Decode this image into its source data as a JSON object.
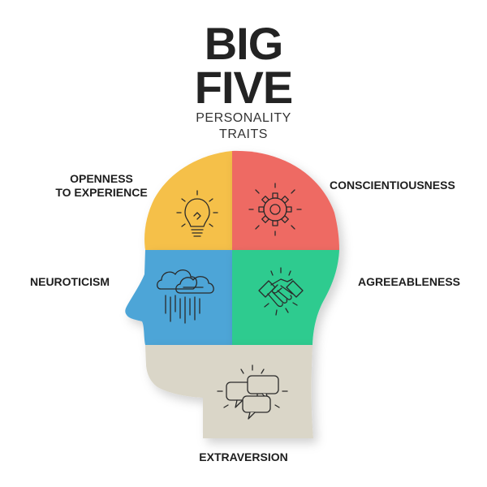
{
  "title": {
    "line1": "BIG",
    "line2": "FIVE"
  },
  "subtitle": {
    "line1": "PERSONALITY",
    "line2": "TRAITS"
  },
  "traits": {
    "openness": {
      "label_line1": "OPENNESS",
      "label_line2": "TO EXPERIENCE",
      "icon": "lightbulb-icon",
      "color": "#F5C04A"
    },
    "conscientiousness": {
      "label": "CONSCIENTIOUSNESS",
      "icon": "gear-icon",
      "color": "#EE6B64"
    },
    "neuroticism": {
      "label": "NEUROTICISM",
      "icon": "rain-cloud-icon",
      "color": "#4EA5D7"
    },
    "agreeableness": {
      "label": "AGREEABLENESS",
      "icon": "handshake-icon",
      "color": "#2DCB8F"
    },
    "extraversion": {
      "label": "EXTRAVERSION",
      "icon": "speech-bubbles-icon",
      "color": "#DAD6C8"
    }
  }
}
